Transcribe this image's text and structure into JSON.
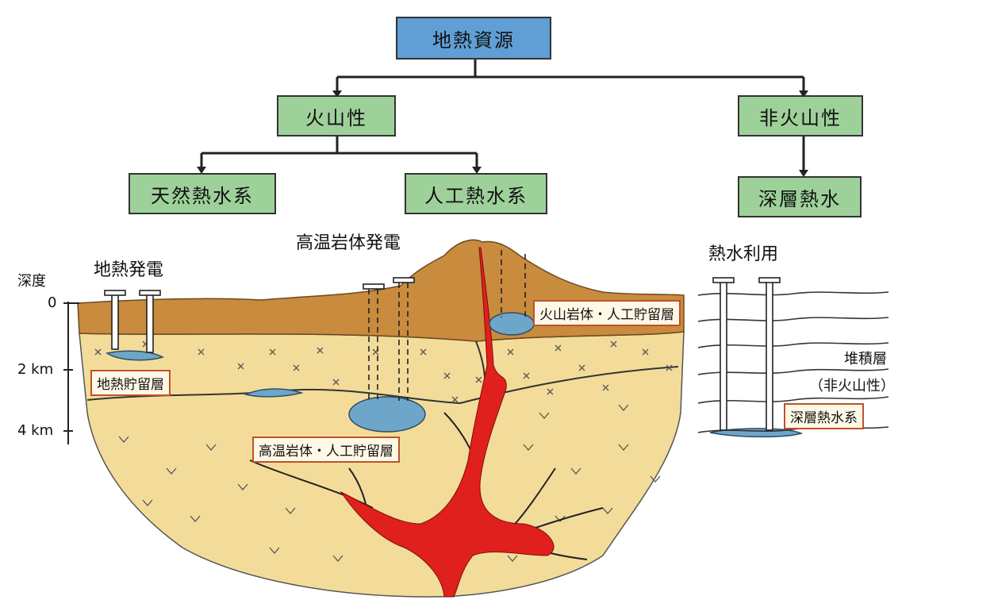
{
  "tree": {
    "root": "地熱資源",
    "volcanic": "火山性",
    "non_volcanic": "非火山性",
    "natural_hydro": "天然熱水系",
    "artificial_hydro": "人工熱水系",
    "deep_hot_water": "深層熱水"
  },
  "section_titles": {
    "geothermal_power": "地熱発電",
    "hot_rock_power": "高温岩体発電",
    "hot_water_use": "熱水利用"
  },
  "depth_axis": {
    "title": "深度",
    "ticks": [
      "0",
      "2 km",
      "4 km"
    ]
  },
  "labels": {
    "geothermal_reservoir": "地熱貯留層",
    "hot_rock_reservoir": "高温岩体・人工貯留層",
    "volcanic_rock_reservoir": "火山岩体・人工貯留層",
    "sedimentary_layer": "堆積層",
    "non_volcanic_note": "（非火山性）",
    "deep_hot_water_system": "深層熱水系"
  },
  "colors": {
    "root_box": "#5f9fd6",
    "category_box": "#9ed19a",
    "volcanic_rock": "#c98b3e",
    "sediment": "#f3dc9a",
    "magma": "#e0201c",
    "water": "#6ea6c9"
  }
}
